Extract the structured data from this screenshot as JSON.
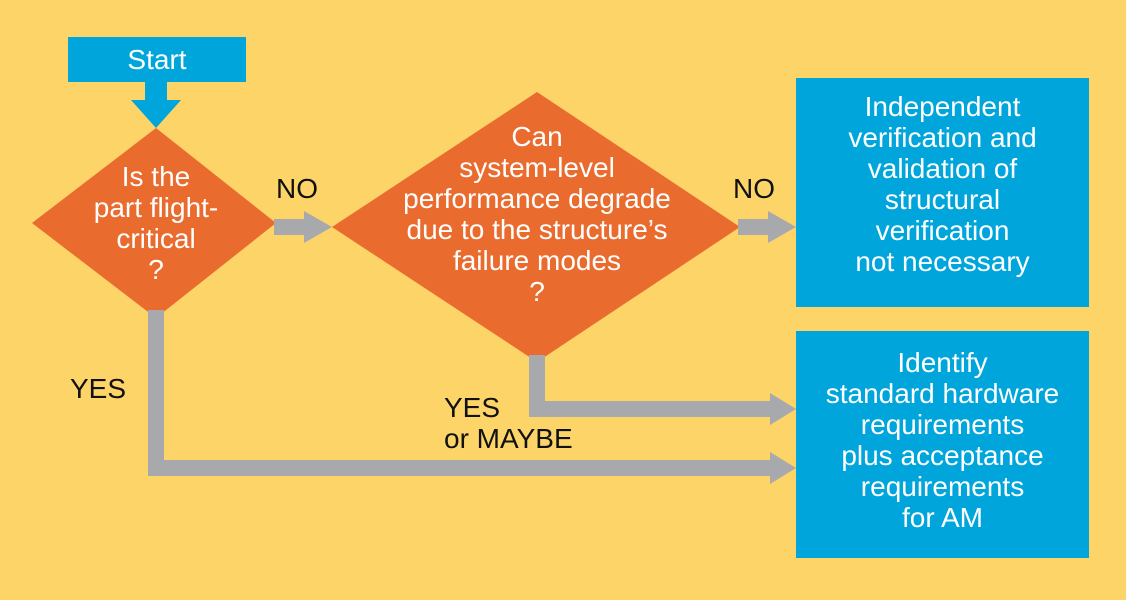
{
  "colors": {
    "background": "#fdd468",
    "decision_fill": "#e96b2e",
    "terminal_fill": "#00a5dc",
    "arrow": "#a7a9ac",
    "text_on_shape": "#ffffff",
    "edge_label_text": "#111111"
  },
  "nodes": {
    "start": {
      "label": "Start"
    },
    "flight_critical": {
      "label": "Is the\npart flight-\ncritical\n?"
    },
    "system_level": {
      "label": "Can\nsystem-level\nperformance degrade\ndue to the structure’s\nfailure modes\n?"
    },
    "no_verification": {
      "label": "Independent\nverification and\nvalidation of\nstructural\nverification\nnot necessary"
    },
    "identify_requirements": {
      "label": "Identify\nstandard hardware\nrequirements\nplus acceptance\nrequirements\nfor AM"
    }
  },
  "edges": {
    "no_1": {
      "label": "NO"
    },
    "no_2": {
      "label": "NO"
    },
    "yes_1": {
      "label": "YES"
    },
    "yes_maybe": {
      "label": "YES\nor MAYBE"
    }
  }
}
